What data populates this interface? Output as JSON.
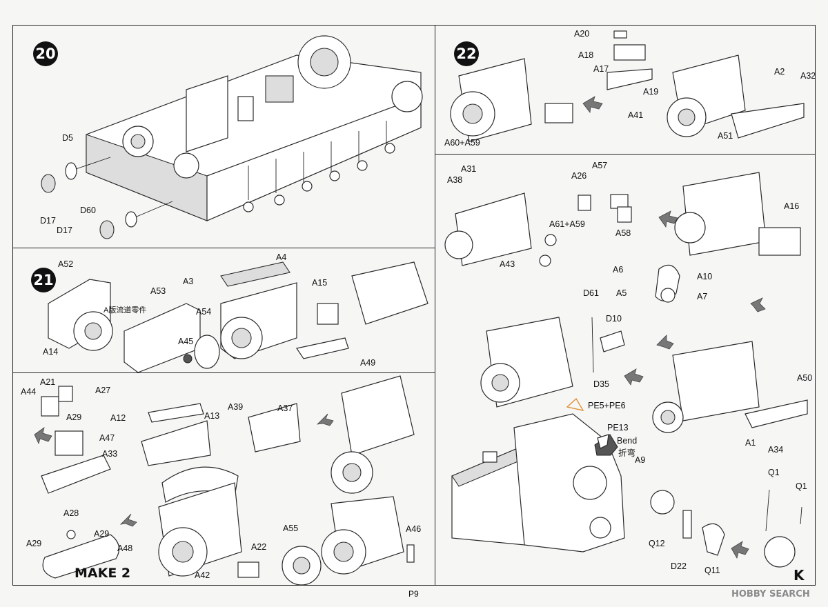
{
  "steps": {
    "s20": "20",
    "s21": "21",
    "s22": "22"
  },
  "text": {
    "make2": "MAKE 2",
    "k": "K",
    "bend_en": "Bend",
    "bend_cn": "折弯",
    "channel_parts": "A版流道零件",
    "page": "P9",
    "watermark": "HOBBY SEARCH"
  },
  "labels": {
    "D5": "D5",
    "D17a": "D17",
    "D60": "D60",
    "D17b": "D17",
    "A52": "A52",
    "A53": "A53",
    "A14": "A14",
    "A4": "A4",
    "A3": "A3",
    "A54": "A54",
    "A45": "A45",
    "A15": "A15",
    "A49": "A49",
    "A44": "A44",
    "A21": "A21",
    "A27": "A27",
    "A29a": "A29",
    "A47": "A47",
    "A33": "A33",
    "A12": "A12",
    "A13": "A13",
    "A39": "A39",
    "A37": "A37",
    "A28": "A28",
    "A29b": "A29",
    "A29c": "A29",
    "A48": "A48",
    "A22": "A22",
    "A42": "A42",
    "A55": "A55",
    "A46": "A46",
    "A20": "A20",
    "A18": "A18",
    "A17": "A17",
    "A19": "A19",
    "A41": "A41",
    "A60A59": "A60+A59",
    "A2": "A2",
    "A32": "A32",
    "A51": "A51",
    "A31": "A31",
    "A38": "A38",
    "A57": "A57",
    "A26": "A26",
    "A61A59": "A61+A59",
    "A58": "A58",
    "A43": "A43",
    "A16": "A16",
    "A6": "A6",
    "A10": "A10",
    "A5": "A5",
    "A7": "A7",
    "D61": "D61",
    "D10": "D10",
    "D35": "D35",
    "PE5PE6": "PE5+PE6",
    "PE13": "PE13",
    "A9": "A9",
    "A50": "A50",
    "A1": "A1",
    "A34": "A34",
    "Q1a": "Q1",
    "Q1b": "Q1",
    "Q12": "Q12",
    "D22": "D22",
    "Q11": "Q11"
  }
}
